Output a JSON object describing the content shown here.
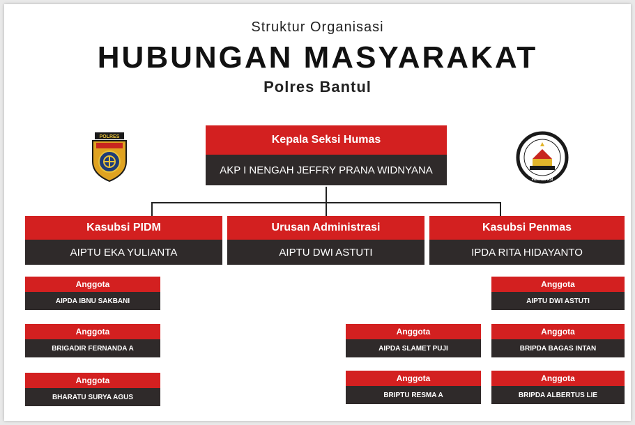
{
  "header": {
    "subtitle": "Struktur Organisasi",
    "title": "HUBUNGAN MASYARAKAT",
    "unit": "Polres Bantul"
  },
  "logos": {
    "left_icon": "police-badge-icon",
    "right_icon": "community-policing-emblem-icon",
    "left_emblem_text": "POLRES",
    "right_emblem_text": "PARTISIPASI"
  },
  "colors": {
    "header_red": "#d32020",
    "body_dark": "#2f2a2a",
    "connector": "#222222"
  },
  "head": {
    "role": "Kepala Seksi Humas",
    "name": "AKP I NENGAH JEFFRY PRANA WIDNYANA"
  },
  "divisions": [
    {
      "role": "Kasubsi PIDM",
      "name": "AIPTU EKA YULIANTA",
      "members": [
        {
          "role": "Anggota",
          "name": "AIPDA IBNU SAKBANI"
        },
        {
          "role": "Anggota",
          "name": "BRIGADIR FERNANDA A"
        },
        {
          "role": "Anggota",
          "name": "BHARATU SURYA AGUS"
        }
      ]
    },
    {
      "role": "Urusan Administrasi",
      "name": "AIPTU DWI ASTUTI",
      "members": [
        {
          "role": "Anggota",
          "name": "AIPDA SLAMET PUJI"
        },
        {
          "role": "Anggota",
          "name": "BRIPTU RESMA A"
        }
      ]
    },
    {
      "role": "Kasubsi Penmas",
      "name": "IPDA RITA HIDAYANTO",
      "members": [
        {
          "role": "Anggota",
          "name": "AIPTU DWI ASTUTI"
        },
        {
          "role": "Anggota",
          "name": "BRIPDA BAGAS INTAN"
        },
        {
          "role": "Anggota",
          "name": "BRIPDA ALBERTUS LIE"
        }
      ]
    }
  ]
}
